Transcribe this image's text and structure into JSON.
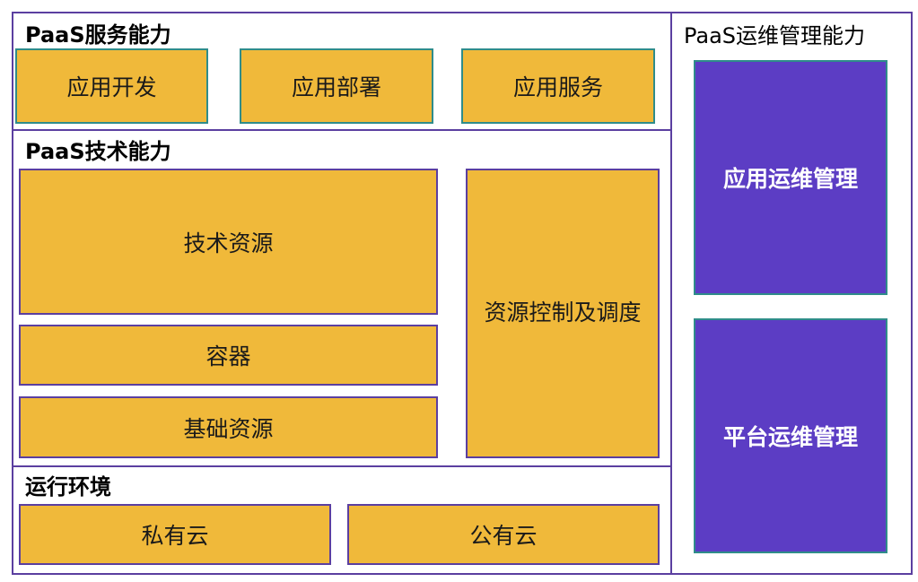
{
  "service_layer": {
    "title": "PaaS服务能力",
    "items": [
      "应用开发",
      "应用部署",
      "应用服务"
    ]
  },
  "tech_layer": {
    "title": "PaaS技术能力",
    "tech_resources": "技术资源",
    "container": "容器",
    "base_resources": "基础资源",
    "resource_control": "资源控制及调度"
  },
  "runtime_layer": {
    "title": "运行环境",
    "items": [
      "私有云",
      "公有云"
    ]
  },
  "ops_layer": {
    "title": "PaaS运维管理能力",
    "items": [
      "应用运维管理",
      "平台运维管理"
    ]
  },
  "colors": {
    "block_fill": "#f0b93a",
    "ops_fill": "#5c3dc4",
    "frame_border": "#5b3fa0",
    "teal_border": "#2f8c8a"
  }
}
